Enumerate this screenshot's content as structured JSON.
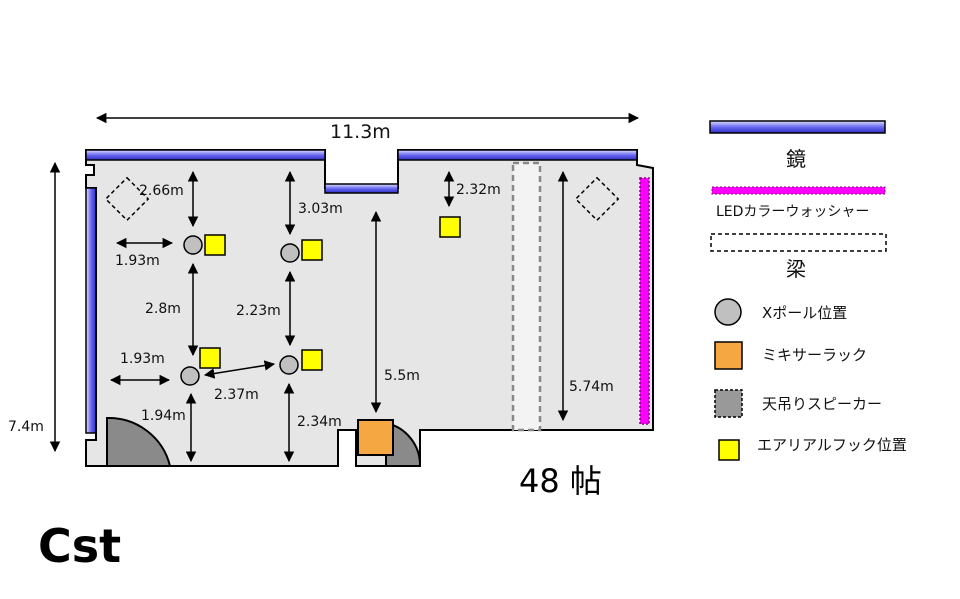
{
  "floorplan": {
    "overall_width": "11.3m",
    "overall_height": "7.4m",
    "area": "48 帖",
    "room_name": "Cst",
    "dimensions": {
      "d_266": "2.66m",
      "d_193_top": "1.93m",
      "d_28": "2.8m",
      "d_193_bottom": "1.93m",
      "d_194": "1.94m",
      "d_303": "3.03m",
      "d_223": "2.23m",
      "d_237": "2.37m",
      "d_234": "2.34m",
      "d_232": "2.32m",
      "d_55": "5.5m",
      "d_574": "5.74m"
    }
  },
  "legend": {
    "mirror": "鏡",
    "led_washer": "LEDカラーウォッシャー",
    "beam": "梁",
    "x_pole": "Xポール位置",
    "mixer_rack": "ミキサーラック",
    "ceiling_speaker": "天吊りスピーカー",
    "aerial_hook": "エアリアルフック位置"
  },
  "colors": {
    "mirror": "#3c3cdc",
    "led": "#ff00ff",
    "floor": "#e6e6e6",
    "pole": "#c0c0c0",
    "rack": "#f5a742",
    "hook": "#ffff00",
    "door": "#8a8a8a"
  }
}
